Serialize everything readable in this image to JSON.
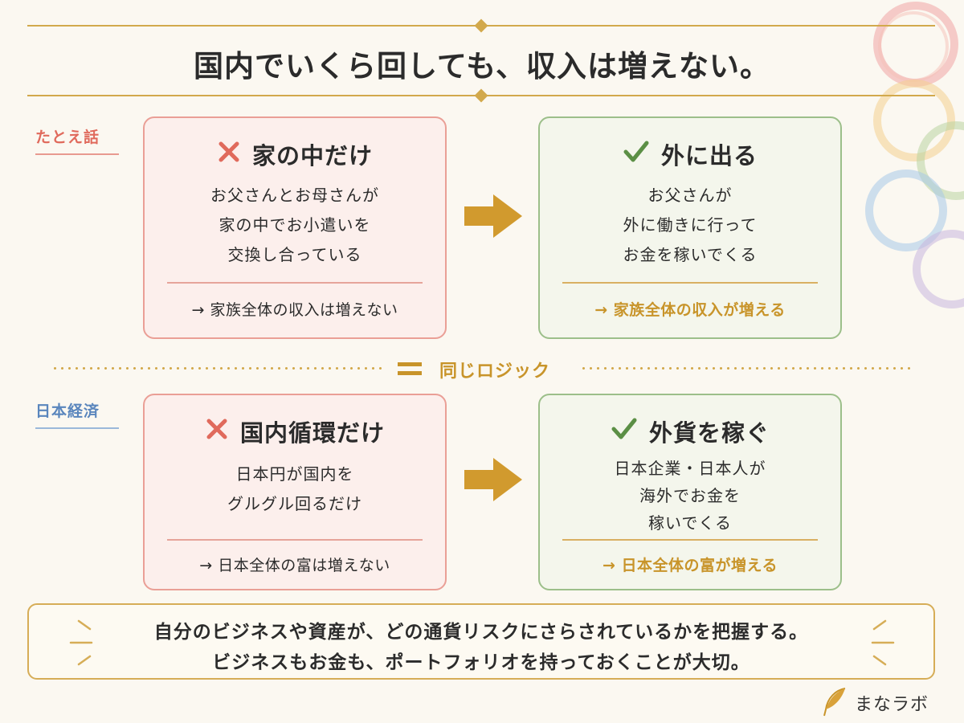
{
  "title": "国内でいくら回しても、収入は増えない。",
  "sections": [
    {
      "label": "たとえ話",
      "left": {
        "mark_icon": "cross-icon",
        "heading": "家の中だけ",
        "lines": [
          "お父さんとお母さんが",
          "家の中でお小遣いを",
          "交換し合っている"
        ],
        "conclusion": "→ 家族全体の収入は増えない"
      },
      "right": {
        "mark_icon": "check-icon",
        "heading": "外に出る",
        "lines": [
          "お父さんが",
          "外に働きに行って",
          "お金を稼いでくる"
        ],
        "conclusion": "→ 家族全体の収入が増える"
      }
    },
    {
      "label": "日本経済",
      "left": {
        "mark_icon": "cross-icon",
        "heading": "国内循環だけ",
        "lines": [
          "日本円が国内を",
          "グルグル回るだけ"
        ],
        "conclusion": "→ 日本全体の富は増えない"
      },
      "right": {
        "mark_icon": "check-icon",
        "heading": "外貨を稼ぐ",
        "lines": [
          "日本企業・日本人が",
          "海外でお金を",
          "稼いでくる"
        ],
        "conclusion": "→ 日本全体の富が増える"
      }
    }
  ],
  "equivalence": {
    "icon": "equals-icon",
    "label": "同じロジック"
  },
  "summary": [
    "自分のビジネスや資産が、どの通貨リスクにさらされているかを把握する。",
    "ビジネスもお金も、ポートフォリオを持っておくことが大切。"
  ],
  "brand": {
    "icon": "feather-icon",
    "name": "まなラボ"
  },
  "colors": {
    "gold": "#c8942a",
    "negative": "#e06a5c",
    "positive": "#5b8f45",
    "label_blue": "#5a86bd"
  }
}
